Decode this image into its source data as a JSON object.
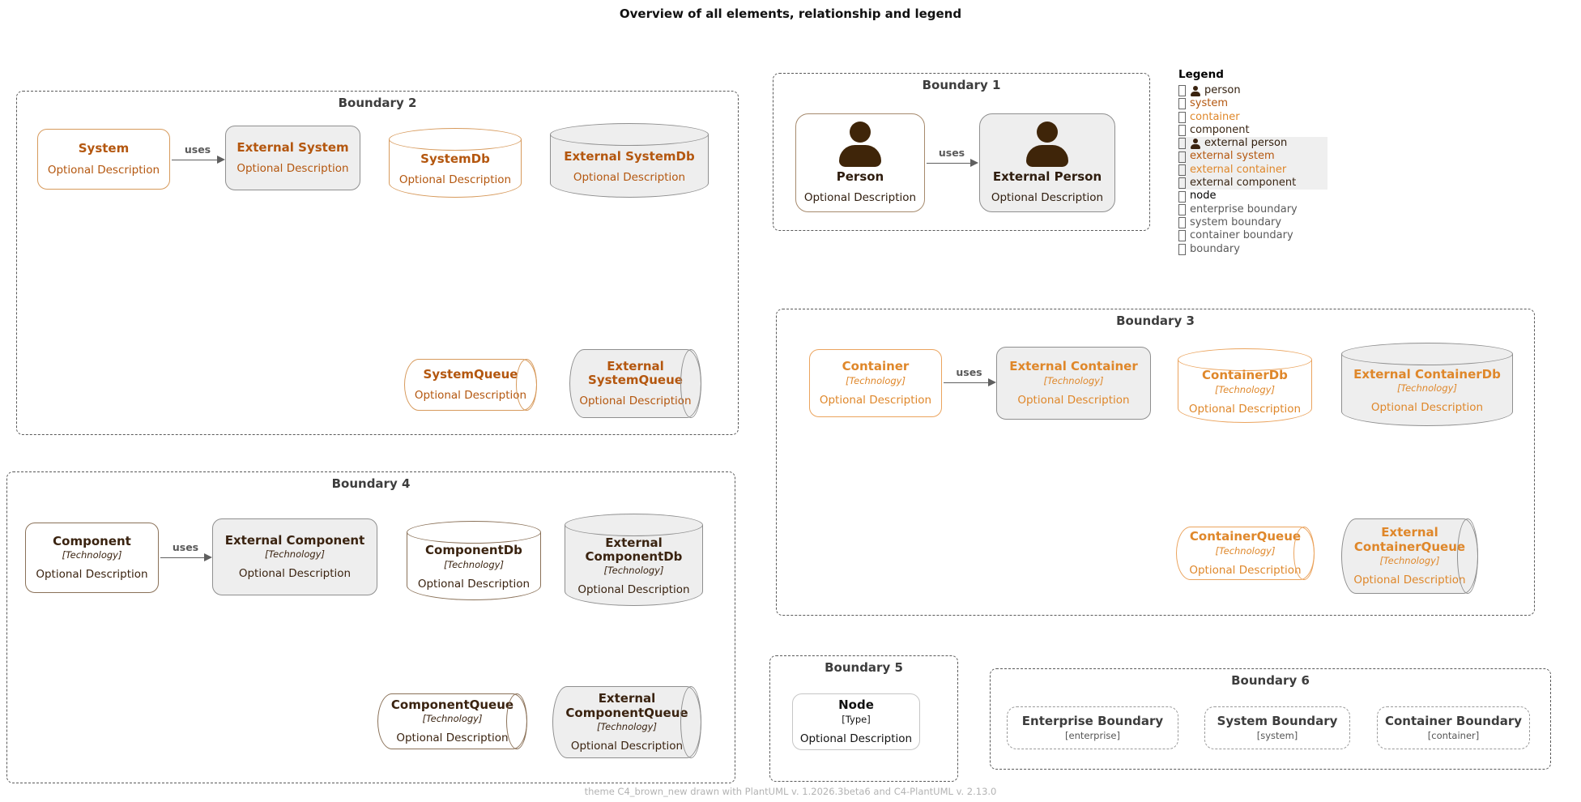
{
  "title": "Overview of all elements, relationship and legend",
  "footer": "theme C4_brown_new drawn with PlantUML v. 1.2026.3beta6 and C4-PlantUML v. 2.13.0",
  "relationship": {
    "label": "uses"
  },
  "accent_colors": {
    "system_text": "#b4570f",
    "container_text": "#df872a",
    "person_component_text": "#3a2310",
    "external_fill": "#eeeeee",
    "boundary_line": "#5a5a5a"
  },
  "boundaries": {
    "b1": {
      "label": "Boundary 1"
    },
    "b2": {
      "label": "Boundary 2"
    },
    "b3": {
      "label": "Boundary 3"
    },
    "b4": {
      "label": "Boundary 4"
    },
    "b5": {
      "label": "Boundary 5"
    },
    "b6": {
      "label": "Boundary 6"
    }
  },
  "elements": {
    "system": {
      "title": "System",
      "desc": "Optional Description"
    },
    "external_system": {
      "title": "External System",
      "desc": "Optional Description"
    },
    "systemdb": {
      "title": "SystemDb",
      "desc": "Optional Description"
    },
    "external_systemdb": {
      "title": "External SystemDb",
      "desc": "Optional Description"
    },
    "systemqueue": {
      "title": "SystemQueue",
      "desc": "Optional Description"
    },
    "external_systemqueue": {
      "title": "External SystemQueue",
      "desc": "Optional Description"
    },
    "person": {
      "title": "Person",
      "desc": "Optional Description"
    },
    "external_person": {
      "title": "External Person",
      "desc": "Optional Description"
    },
    "container": {
      "title": "Container",
      "tech": "[Technology]",
      "desc": "Optional Description"
    },
    "external_container": {
      "title": "External Container",
      "tech": "[Technology]",
      "desc": "Optional Description"
    },
    "containerdb": {
      "title": "ContainerDb",
      "tech": "[Technology]",
      "desc": "Optional Description"
    },
    "external_containerdb": {
      "title": "External ContainerDb",
      "tech": "[Technology]",
      "desc": "Optional Description"
    },
    "containerqueue": {
      "title": "ContainerQueue",
      "tech": "[Technology]",
      "desc": "Optional Description"
    },
    "external_containerqueue": {
      "title": "External ContainerQueue",
      "tech": "[Technology]",
      "desc": "Optional Description"
    },
    "component": {
      "title": "Component",
      "tech": "[Technology]",
      "desc": "Optional Description"
    },
    "external_component": {
      "title": "External Component",
      "tech": "[Technology]",
      "desc": "Optional Description"
    },
    "componentdb": {
      "title": "ComponentDb",
      "tech": "[Technology]",
      "desc": "Optional Description"
    },
    "external_componentdb": {
      "title": "External ComponentDb",
      "tech": "[Technology]",
      "desc": "Optional Description"
    },
    "componentqueue": {
      "title": "ComponentQueue",
      "tech": "[Technology]",
      "desc": "Optional Description"
    },
    "external_componentqueue": {
      "title": "External ComponentQueue",
      "tech": "[Technology]",
      "desc": "Optional Description"
    },
    "node": {
      "title": "Node",
      "tech": "[Type]",
      "desc": "Optional Description"
    },
    "enterprise_boundary": {
      "title": "Enterprise Boundary",
      "type": "[enterprise]"
    },
    "system_boundary": {
      "title": "System Boundary",
      "type": "[system]"
    },
    "container_boundary": {
      "title": "Container Boundary",
      "type": "[container]"
    }
  },
  "legend": {
    "title": "Legend",
    "items": [
      {
        "label": "person"
      },
      {
        "label": "system"
      },
      {
        "label": "container"
      },
      {
        "label": "component"
      },
      {
        "label": "external person"
      },
      {
        "label": "external system"
      },
      {
        "label": "external container"
      },
      {
        "label": "external component"
      },
      {
        "label": "node"
      },
      {
        "label": "enterprise boundary"
      },
      {
        "label": "system boundary"
      },
      {
        "label": "container boundary"
      },
      {
        "label": "boundary"
      }
    ]
  }
}
